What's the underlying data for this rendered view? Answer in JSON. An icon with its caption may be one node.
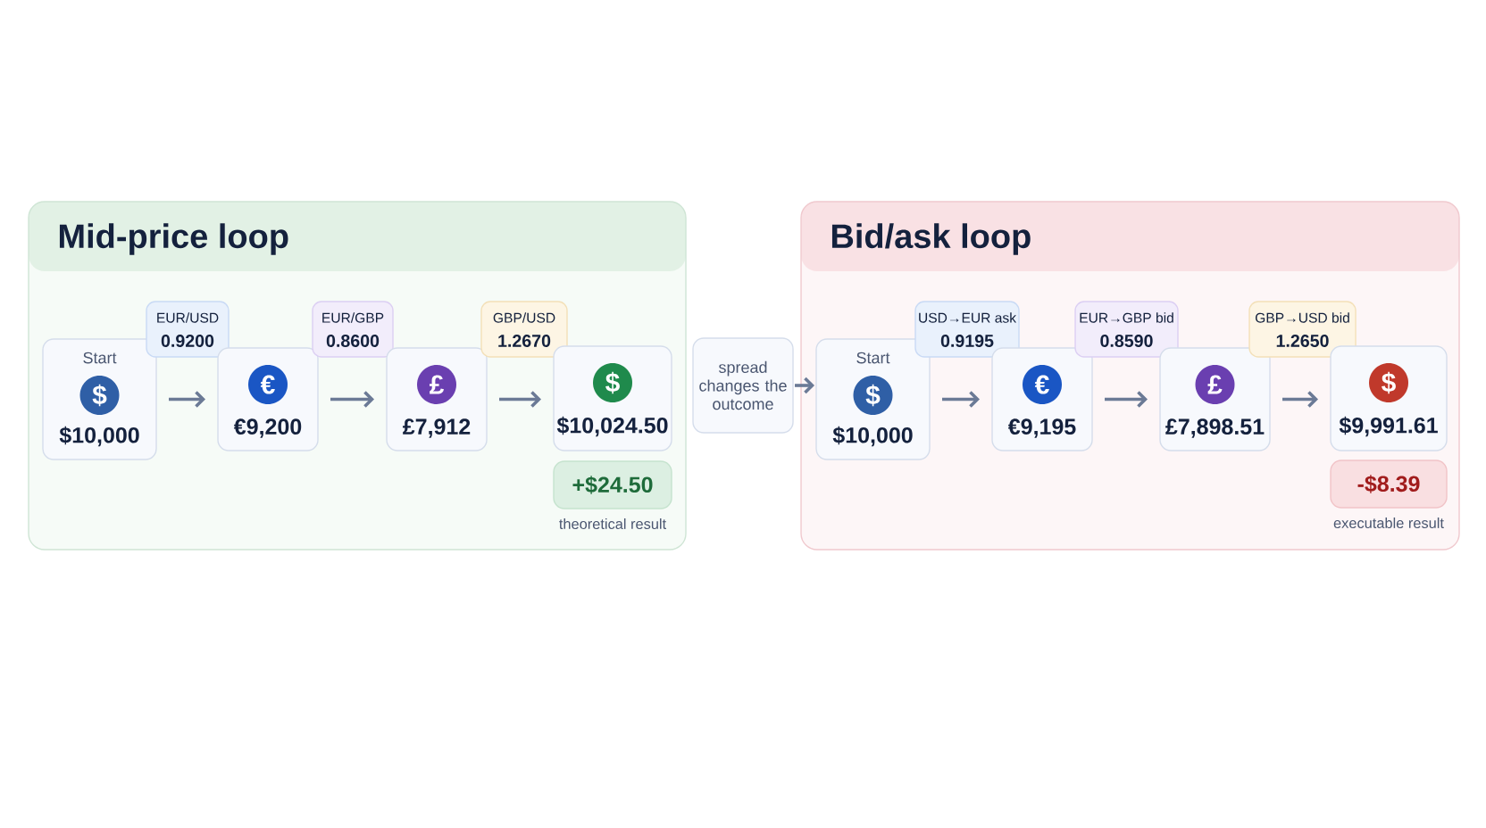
{
  "diagram": {
    "nodes": [
      {
        "text": [
          "Mid-price loop"
        ]
      },
      {
        "text": [
          "Start",
          "$",
          "$10,000"
        ],
        "in": 0
      },
      {
        "text": [
          "EUR/USD",
          "0.9200"
        ],
        "in": 0
      },
      {
        "text": [
          "€",
          "€9,200"
        ],
        "in": 0
      },
      {
        "text": [
          "EUR/GBP",
          "0.8600"
        ],
        "in": 0
      },
      {
        "text": [
          "£",
          "£7,912"
        ],
        "in": 0
      },
      {
        "text": [
          "GBP/USD",
          "1.2670"
        ],
        "in": 0
      },
      {
        "text": [
          "$",
          "$10,024.50"
        ],
        "in": 0
      },
      {
        "text": [
          "+$24.50"
        ],
        "beside": [
          "theoretical result"
        ],
        "in": 0
      },
      {
        "text": [
          "spread changes the outcome"
        ]
      },
      {
        "text": [
          "Bid/ask loop"
        ]
      },
      {
        "text": [
          "Start",
          "$",
          "$10,000"
        ],
        "in": 10
      },
      {
        "text": [
          "USD→EUR ask",
          "0.9195"
        ],
        "in": 10
      },
      {
        "text": [
          "€",
          "€9,195"
        ],
        "in": 10
      },
      {
        "text": [
          "EUR→GBP bid",
          "0.8590"
        ],
        "in": 10
      },
      {
        "text": [
          "£",
          "£7,898.51"
        ],
        "in": 10
      },
      {
        "text": [
          "GBP→USD bid",
          "1.2650"
        ],
        "in": 10
      },
      {
        "text": [
          "$",
          "$9,991.61"
        ],
        "in": 10
      },
      {
        "text": [
          "-$8.39"
        ],
        "beside": [
          "executable result"
        ],
        "in": 10
      }
    ],
    "edges": [
      {
        "from": 1,
        "to": 3,
        "arrow": "to"
      },
      {
        "from": 3,
        "to": 5,
        "arrow": "to"
      },
      {
        "from": 5,
        "to": 7,
        "arrow": "to"
      },
      {
        "from": 9,
        "to": 11,
        "arrow": "to"
      },
      {
        "from": 11,
        "to": 13,
        "arrow": "to"
      },
      {
        "from": 13,
        "to": 15,
        "arrow": "to"
      },
      {
        "from": 15,
        "to": 17,
        "arrow": "to"
      }
    ]
  }
}
